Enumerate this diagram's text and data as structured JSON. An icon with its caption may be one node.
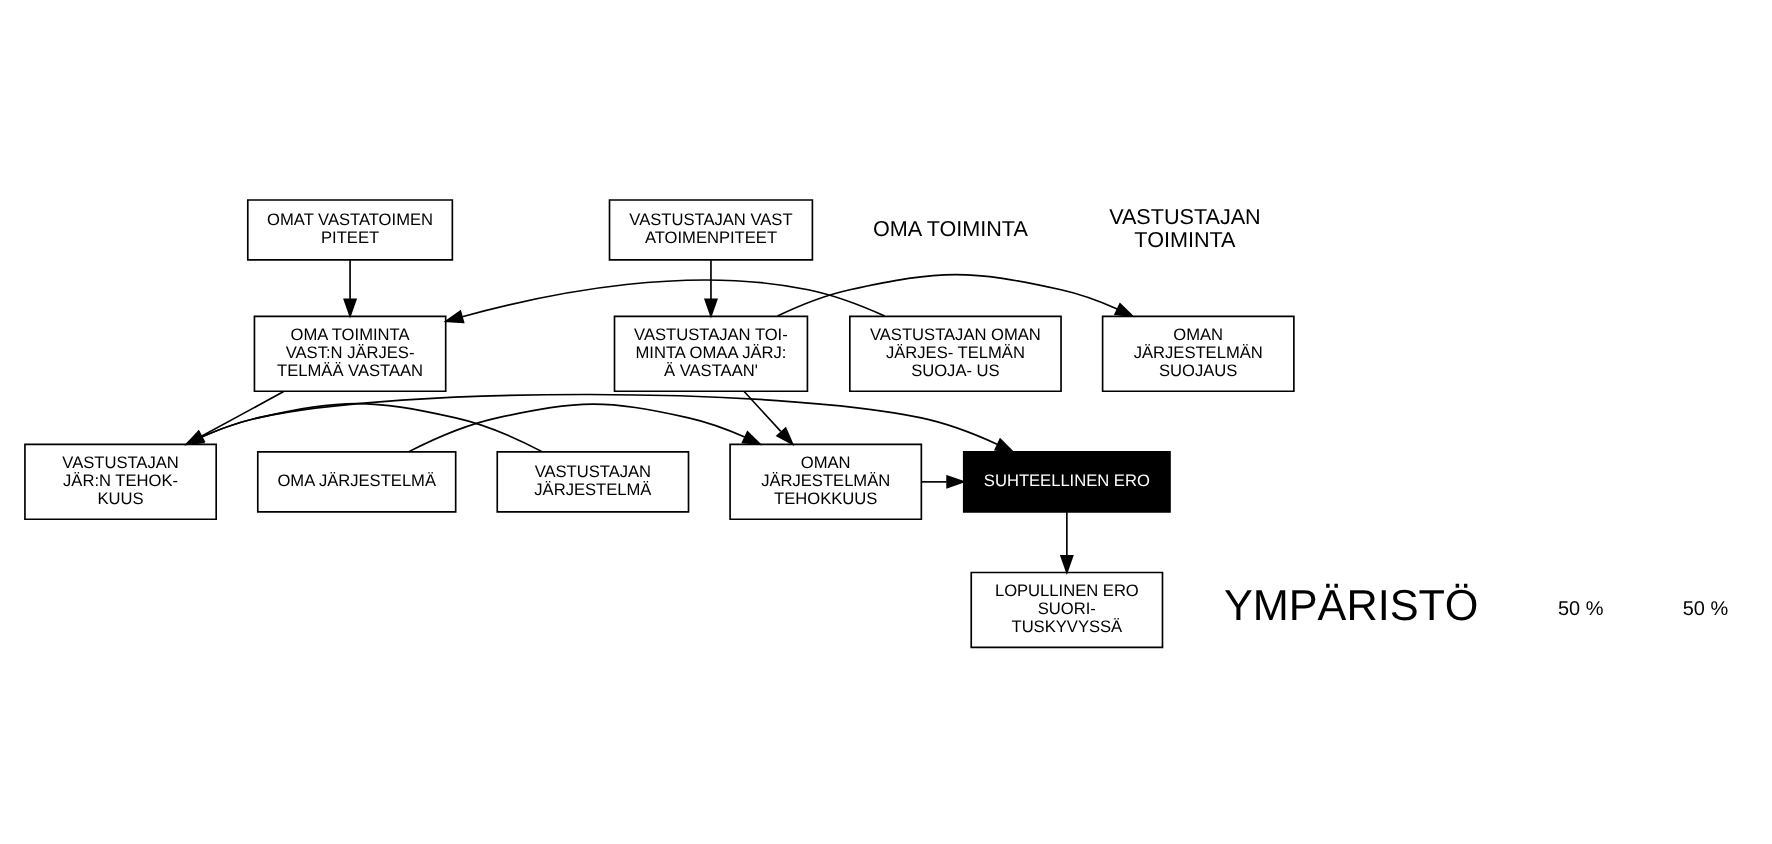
{
  "diagram": {
    "nodes": [
      {
        "text": [
          "OMAT VASTATOIMENPITEET"
        ]
      },
      {
        "text": [
          "VASTUSTAJAN VASTATOIMENPITEET"
        ]
      },
      {
        "text": [
          "OMAN JÄRJESTELMÄN SUOJAUS"
        ]
      },
      {
        "text": [
          "VASTUSTAJAN TOI- MINTA OMAA JÄRJ: Ä VASTAAN'"
        ]
      },
      {
        "text": [
          "OMA TOIMINTA VAST:N JÄRJES- TELMÄÄ VASTAAN"
        ]
      },
      {
        "text": [
          "VASTUSTAJAN OMAN JÄRJES- TELMÄN SUOJA- US"
        ]
      },
      {
        "text": [
          "OMA JÄRJESTELMÄ"
        ]
      },
      {
        "text": [
          "OMAN JÄRJESTELMÄN TEHOKKUUS"
        ]
      },
      {
        "text": [
          "SUHTEELLINEN ERO"
        ]
      },
      {
        "text": [
          "VASTUSTAJAN JÄR:N TEHOK- KUUS"
        ]
      },
      {
        "text": [
          "VASTUSTAJAN JÄRJESTELMÄ"
        ]
      },
      {
        "text": [
          "LOPULLINEN ERO SUORI- TUSKYVYSSÄ"
        ]
      }
    ],
    "edges": [
      {
        "from": 0,
        "to": 4,
        "arrow": "to"
      },
      {
        "from": 1,
        "to": 3,
        "arrow": "to"
      },
      {
        "from": 3,
        "to": 2,
        "arrow": "to"
      },
      {
        "from": 5,
        "to": 4,
        "arrow": "to"
      },
      {
        "from": 3,
        "to": 7,
        "arrow": "to"
      },
      {
        "from": 4,
        "to": 9,
        "arrow": "to"
      },
      {
        "from": 6,
        "to": 7,
        "arrow": "to"
      },
      {
        "from": 7,
        "to": 8,
        "arrow": "to"
      },
      {
        "from": 9,
        "to": 8,
        "arrow": "to"
      },
      {
        "from": 10,
        "to": 9,
        "arrow": "to"
      },
      {
        "from": 8,
        "to": 11,
        "arrow": "to"
      }
    ],
    "labels": [
      "OMA TOIMINTA",
      "VASTUSTAJAN TOIMINTA",
      "YMPÄRISTÖ",
      "50 %",
      "50 %"
    ]
  }
}
